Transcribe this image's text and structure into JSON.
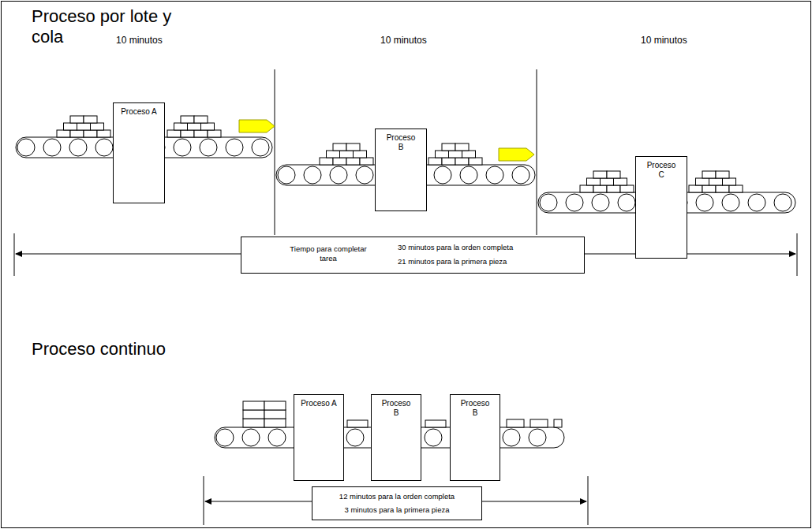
{
  "diagram": {
    "nodes": [
      {
        "text": [
          "Proceso A"
        ]
      },
      {
        "text": [
          "Proceso B"
        ]
      },
      {
        "text": [
          "Proceso C"
        ]
      },
      {
        "text": [
          "Tiempo para completar tarea",
          "30 minutos para la orden completa",
          "21 minutos para la primera pieza"
        ]
      },
      {
        "text": [
          "Proceso A"
        ]
      },
      {
        "text": [
          "Proceso B"
        ]
      },
      {
        "text": [
          "Proceso B"
        ]
      },
      {
        "text": [
          "12 minutos para la orden completa",
          "3 minutos para la primera pieza"
        ]
      }
    ],
    "labels": [
      "Proceso por lote y cola",
      "10 minutos",
      "10 minutos",
      "10 minutos",
      "Proceso continuo"
    ]
  }
}
